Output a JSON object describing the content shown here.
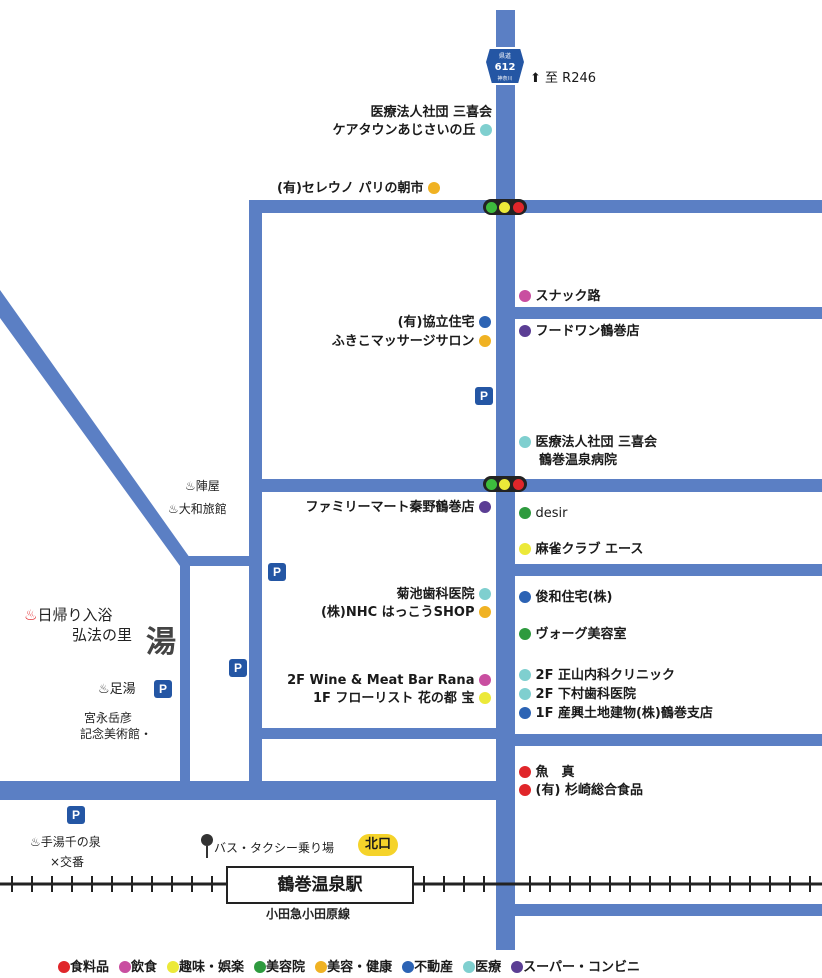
{
  "route": {
    "number": "612",
    "top": "県道",
    "bottom": "神奈川",
    "direction": "至 R246"
  },
  "colors": {
    "road": "#5b7fc4",
    "food": "#e0262a",
    "dining": "#c94ea0",
    "hobby": "#ece939",
    "beauty_salon": "#2e9a3e",
    "beauty_health": "#f0b223",
    "realestate": "#2c63b4",
    "medical": "#7fcfcf",
    "super": "#5b3e94"
  },
  "places": {
    "care_town_1": "医療法人社団 三喜会",
    "care_town_2": "ケアタウンあじさいの丘",
    "celeuno": "(有)セレウノ パリの朝市",
    "snack": "スナック路",
    "foodwan": "フードワン鶴巻店",
    "kyoritsu": "(有)協立住宅",
    "fukiko": "ふきこマッサージサロン",
    "hospital_1": "医療法人社団 三喜会",
    "hospital_2": "鶴巻温泉病院",
    "familymart": "ファミリーマート秦野鶴巻店",
    "desir": "desir",
    "mahjong": "麻雀クラブ エース",
    "kikuchi": "菊池歯科医院",
    "nhc": "(株)NHC はっこうSHOP",
    "toshikazu": "俊和住宅(株)",
    "vogue": "ヴォーグ美容室",
    "wine": "2F Wine & Meat Bar Rana",
    "florist": "1F フローリスト 花の都 宝",
    "masayama": "2F 正山内科クリニック",
    "shimomura": "2F 下村歯科医院",
    "sanko": "1F 産興土地建物(株)鶴巻支店",
    "uo": "魚　真",
    "sugisaki": "(有) 杉崎総合食品",
    "jinya": "♨陣屋",
    "yamato": "♨大和旅館",
    "kobo_1": "日帰り入浴",
    "kobo_2": "弘法の里",
    "ashiyu": "♨足湯",
    "miyanaga_1": "宮永岳彦",
    "miyanaga_2": "記念美術館・",
    "tegoshi": "♨手湯千の泉",
    "koban": "×交番",
    "bus": "バス・タクシー乗り場",
    "kitaguchi": "北口",
    "station": "鶴巻温泉駅",
    "line": "小田急小田原線",
    "parking": "P"
  },
  "legend": [
    {
      "label": "食料品",
      "color": "#e0262a"
    },
    {
      "label": "飲食",
      "color": "#c94ea0"
    },
    {
      "label": "趣味・娯楽",
      "color": "#ece939"
    },
    {
      "label": "美容院",
      "color": "#2e9a3e"
    },
    {
      "label": "美容・健康",
      "color": "#f0b223"
    },
    {
      "label": "不動産",
      "color": "#2c63b4"
    },
    {
      "label": "医療",
      "color": "#7fcfcf"
    },
    {
      "label": "スーパー・コンビニ",
      "color": "#5b3e94"
    }
  ]
}
